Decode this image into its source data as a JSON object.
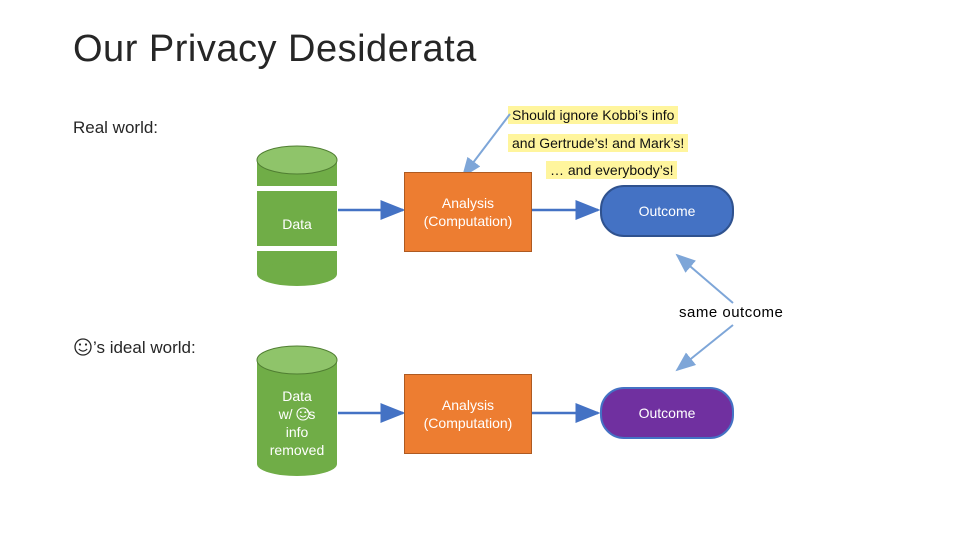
{
  "slide": {
    "title": "Our Privacy Desiderata",
    "real_world_label": "Real world:",
    "ideal_world_label": "’s ideal world:",
    "ideal_world_icon": "smiley-icon",
    "callout": {
      "line1": "Should ignore Kobbi’s info",
      "line2": "and Gertrude’s!  and Mark’s!",
      "line3": "… and everybody’s!"
    },
    "real": {
      "data_label": "Data",
      "analysis_line1": "Analysis",
      "analysis_line2": "(Computation)",
      "outcome_label": "Outcome"
    },
    "ideal": {
      "data_line1": "Data",
      "data_line2_prefix": "w/",
      "data_line2_suffix": "’s",
      "data_line3": "info",
      "data_line4": "removed",
      "analysis_line1": "Analysis",
      "analysis_line2": "(Computation)",
      "outcome_label": "Outcome"
    },
    "same_outcome_label": "same outcome",
    "colors": {
      "cylinder": "#70ad47",
      "analysis": "#ed7d31",
      "outcome_real": "#4472c4",
      "outcome_ideal": "#7030a0",
      "callout_bg": "#fff59d",
      "arrow": "#4472c4"
    }
  }
}
